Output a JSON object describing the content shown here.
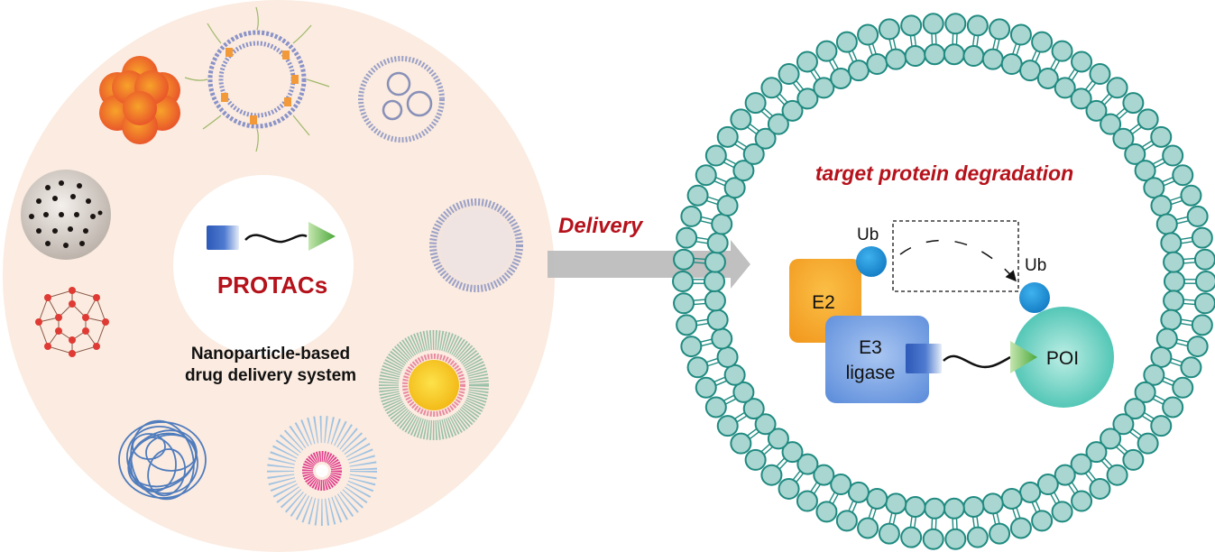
{
  "left_panel": {
    "center_label": "PROTACs",
    "caption_line1": "Nanoparticle-based",
    "caption_line2": "drug delivery system",
    "nanoparticles": [
      {
        "name": "metal-nanoparticle-cluster"
      },
      {
        "name": "peg-liposome"
      },
      {
        "name": "multivesicular-liposome"
      },
      {
        "name": "porous-nanosphere"
      },
      {
        "name": "liposome"
      },
      {
        "name": "mof-framework"
      },
      {
        "name": "solid-lipid-nanoparticle"
      },
      {
        "name": "polymer-nanoparticle"
      },
      {
        "name": "polymeric-micelle"
      }
    ]
  },
  "arrow": {
    "label": "Delivery"
  },
  "right_panel": {
    "title": "target protein degradation",
    "e2_label": "E2",
    "e3_label_line1": "E3",
    "e3_label_line2": "ligase",
    "ub_label_1": "Ub",
    "ub_label_2": "Ub",
    "poi_label": "POI"
  },
  "colors": {
    "left_bg": "#fbebe0",
    "accent_red": "#b5121b",
    "membrane_fill": "#a9d6d1",
    "membrane_stroke": "#1f8a80",
    "e2": "#f5a62a",
    "e3": "#6f9be0",
    "ub": "#1a8ed8",
    "poi": "#4fc7b6"
  }
}
